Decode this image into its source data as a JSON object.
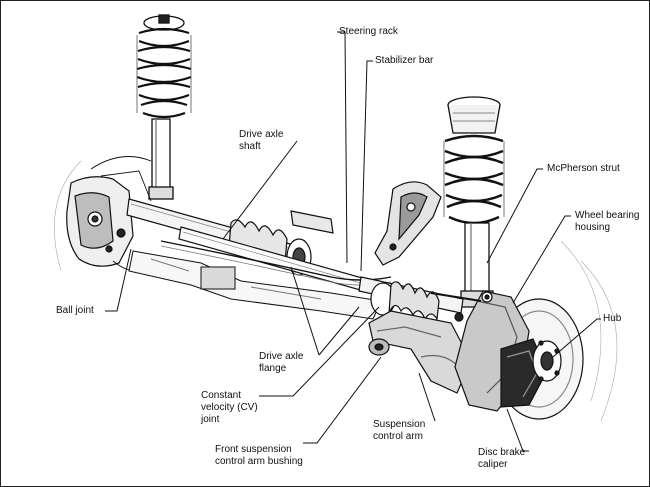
{
  "labels": {
    "steering_rack": "Steering rack",
    "stabilizer_bar": "Stabilizer bar",
    "drive_axle_shaft": {
      "line1": "Drive axle",
      "line2": "shaft"
    },
    "mcpherson_strut": "McPherson strut",
    "wheel_bearing_housing": {
      "line1": "Wheel bearing",
      "line2": "housing"
    },
    "hub": "Hub",
    "ball_joint": "Ball joint",
    "drive_axle_flange": {
      "line1": "Drive axle",
      "line2": "flange"
    },
    "cv_joint": {
      "line1": "Constant",
      "line2": "velocity (CV)",
      "line3": "joint"
    },
    "suspension_control_arm": {
      "line1": "Suspension",
      "line2": "control arm"
    },
    "front_suspension_control_arm_bushing": {
      "line1": "Front suspension",
      "line2": "control arm bushing"
    },
    "disc_brake_caliper": {
      "line1": "Disc brake",
      "line2": "caliper"
    }
  }
}
